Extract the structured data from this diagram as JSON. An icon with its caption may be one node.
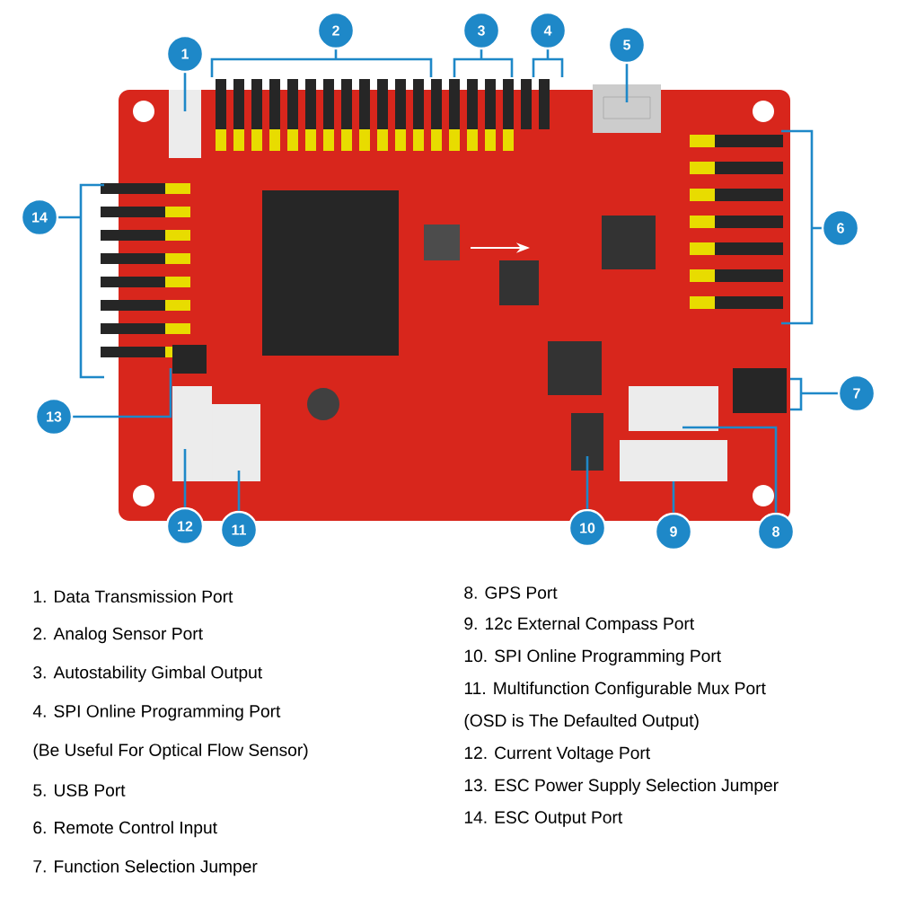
{
  "diagram": {
    "nodes": [
      {
        "text": [
          "1"
        ]
      },
      {
        "text": [
          "2"
        ]
      },
      {
        "text": [
          "3"
        ]
      },
      {
        "text": [
          "4"
        ]
      },
      {
        "text": [
          "5"
        ]
      },
      {
        "text": [
          "6"
        ]
      },
      {
        "text": [
          "7"
        ]
      },
      {
        "text": [
          "8"
        ]
      },
      {
        "text": [
          "9"
        ]
      },
      {
        "text": [
          "10"
        ]
      },
      {
        "text": [
          "11"
        ]
      },
      {
        "text": [
          "12"
        ]
      },
      {
        "text": [
          "13"
        ]
      },
      {
        "text": [
          "14"
        ]
      }
    ],
    "edges": [
      {
        "from": 0,
        "to": null,
        "arrow": "none"
      },
      {
        "from": 4,
        "to": null,
        "arrow": "none"
      },
      {
        "from": 7,
        "to": null,
        "arrow": "none"
      },
      {
        "from": 8,
        "to": null,
        "arrow": "none"
      },
      {
        "from": 9,
        "to": null,
        "arrow": "none"
      },
      {
        "from": 10,
        "to": null,
        "arrow": "none"
      },
      {
        "from": 11,
        "to": null,
        "arrow": "none"
      },
      {
        "from": 12,
        "to": null,
        "arrow": "none"
      }
    ],
    "labels": [
      "1. Data Transmission Port",
      "2. Analog Sensor Port",
      "3. Autostability Gimbal Output",
      "4. SPI Online Programming Port",
      "(Be Useful For Optical Flow Sensor)",
      "5. USB Port",
      "6. Remote Control Input",
      "7. Function Selection Jumper",
      "8. GPS Port",
      "9. 12c External Compass Port",
      "10. SPI Online Programming Port",
      "11. Multifunction Configurable Mux Port",
      "(OSD is The Defaulted Output)",
      "12. Current Voltage Port",
      "13. ESC Power Supply Selection Jumper",
      "14. ESC Output Port"
    ]
  }
}
